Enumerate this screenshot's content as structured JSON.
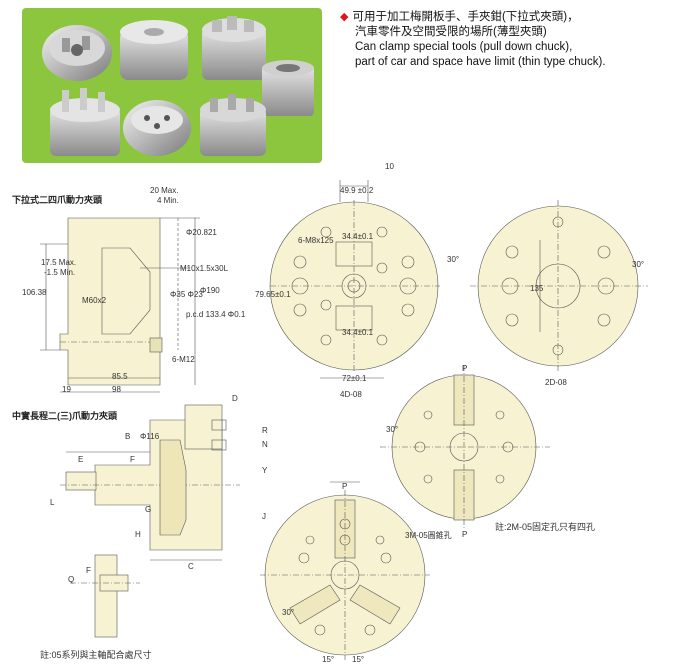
{
  "description": {
    "bullet": "◆",
    "line1": "可用于加工梅開板手、手夾鉗(下拉式夾頭)，",
    "line2": "汽車零件及空間受限的場所(薄型夾頭)",
    "line3": "Can clamp special tools (pull down chuck),",
    "line4": "part of car and space have limit (thin type chuck)."
  },
  "sections": {
    "pull_down": "下拉式二四爪動力夾頭",
    "long_stroke": "中實長程二(三)爪動力夾頭"
  },
  "dims": {
    "d20max": "20 Max.",
    "d4min": "4 Min.",
    "d175max": "17.5 Max.",
    "d15min": "-1.5 Min.",
    "d10638": "106.38",
    "m60x2": "M60x2",
    "m10": "M10x1.5x30L",
    "d855": "85.5",
    "d98": "98",
    "d19": "19",
    "d6m12": "6-M12",
    "phi190": "Φ190",
    "phi35": "Φ35 Φ23",
    "phi20": "Φ20.821",
    "pcd": "p.c.d 133.4 Φ0.1",
    "d49": "49.9 ±0.2",
    "d10": "10",
    "d6m8": "6-M8x125",
    "d344a": "34.4±0.1",
    "d344b": "34.4±0.1",
    "d7965": "79.65±0.1",
    "d72": "72±0.1",
    "d30a": "30°",
    "d30b": "30°",
    "d135": "135",
    "d30c": "30°",
    "d30d": "30°",
    "d15a": "15°",
    "d15b": "15°",
    "letterP1": "P",
    "letterP2": "P",
    "letterP3": "P",
    "letterB": "B",
    "letterE": "E",
    "letterF": "F",
    "letterG": "G",
    "letterH": "H",
    "letterC": "C",
    "letterD": "D",
    "letterJ": "J",
    "letterR": "R",
    "letterN": "N",
    "letterL": "L",
    "letterQ": "Q",
    "letterF2": "F",
    "letterY": "Y",
    "phi116": "Φ116",
    "m3": "3M-05圓錐孔",
    "model4d": "4D-08",
    "model2d": "2D-08"
  },
  "notes": {
    "note1": "註:2M-05固定孔只有四孔",
    "note2": "註:05系列與主軸配合處尺寸"
  },
  "colors": {
    "drawing_fill": "#f7f3d2",
    "photo_bg": "#8cc63f",
    "bullet": "#e0141e",
    "line": "#555555"
  }
}
